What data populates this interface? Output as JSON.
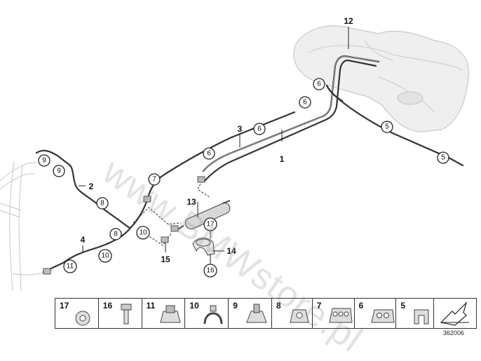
{
  "diagram": {
    "watermark": "www.BMWstore.pl",
    "document_number": "362006",
    "callouts": [
      {
        "id": "12",
        "style": "plain"
      },
      {
        "id": "6a",
        "label": "6",
        "style": "circle"
      },
      {
        "id": "6b",
        "label": "6",
        "style": "circle"
      },
      {
        "id": "6c",
        "label": "6",
        "style": "circle"
      },
      {
        "id": "6d",
        "label": "6",
        "style": "circle"
      },
      {
        "id": "5a",
        "label": "5",
        "style": "circle"
      },
      {
        "id": "5b",
        "label": "5",
        "style": "circle"
      },
      {
        "id": "3",
        "style": "plain"
      },
      {
        "id": "1",
        "style": "plain"
      },
      {
        "id": "9a",
        "label": "9",
        "style": "circle"
      },
      {
        "id": "9b",
        "label": "9",
        "style": "circle"
      },
      {
        "id": "2",
        "style": "plain"
      },
      {
        "id": "7",
        "style": "circle"
      },
      {
        "id": "8a",
        "label": "8",
        "style": "circle"
      },
      {
        "id": "8b",
        "label": "8",
        "style": "circle"
      },
      {
        "id": "10a",
        "label": "10",
        "style": "circle"
      },
      {
        "id": "10b",
        "label": "10",
        "style": "circle"
      },
      {
        "id": "13",
        "style": "plain"
      },
      {
        "id": "17",
        "style": "circle"
      },
      {
        "id": "14",
        "style": "plain"
      },
      {
        "id": "16",
        "style": "circle"
      },
      {
        "id": "15",
        "style": "plain"
      },
      {
        "id": "4",
        "style": "plain"
      },
      {
        "id": "11",
        "style": "circle"
      }
    ],
    "legend": [
      {
        "number": "17",
        "icon": "washer-icon"
      },
      {
        "number": "16",
        "icon": "bolt-icon"
      },
      {
        "number": "11",
        "icon": "pipe-clip-icon"
      },
      {
        "number": "10",
        "icon": "hose-clamp-icon"
      },
      {
        "number": "9",
        "icon": "pipe-holder-icon"
      },
      {
        "number": "8",
        "icon": "pipe-holder-icon"
      },
      {
        "number": "7",
        "icon": "triple-pipe-holder-icon"
      },
      {
        "number": "6",
        "icon": "double-pipe-holder-icon"
      },
      {
        "number": "5",
        "icon": "clip-icon"
      },
      {
        "number": "",
        "icon": "arrow-icon"
      }
    ]
  }
}
